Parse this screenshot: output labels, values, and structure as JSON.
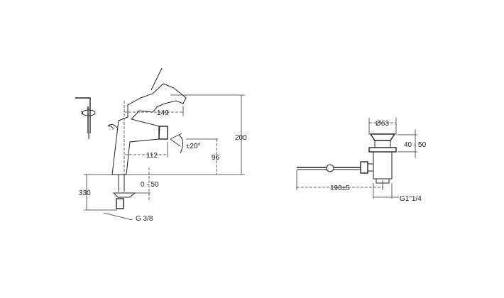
{
  "faucet": {
    "dim_height": "200",
    "dim_spout_reach": "149",
    "dim_nozzle_reach": "112",
    "dim_nozzle_height": "96",
    "dim_swivel": "±20°",
    "dim_below_deck": "330",
    "dim_deck_thickness": "0 - 50",
    "dim_connection": "G 3/8"
  },
  "drain": {
    "dim_diameter": "Ø63",
    "dim_height": "40 - 50",
    "dim_rod_length": "190±5",
    "dim_thread": "G1\"1/4"
  }
}
